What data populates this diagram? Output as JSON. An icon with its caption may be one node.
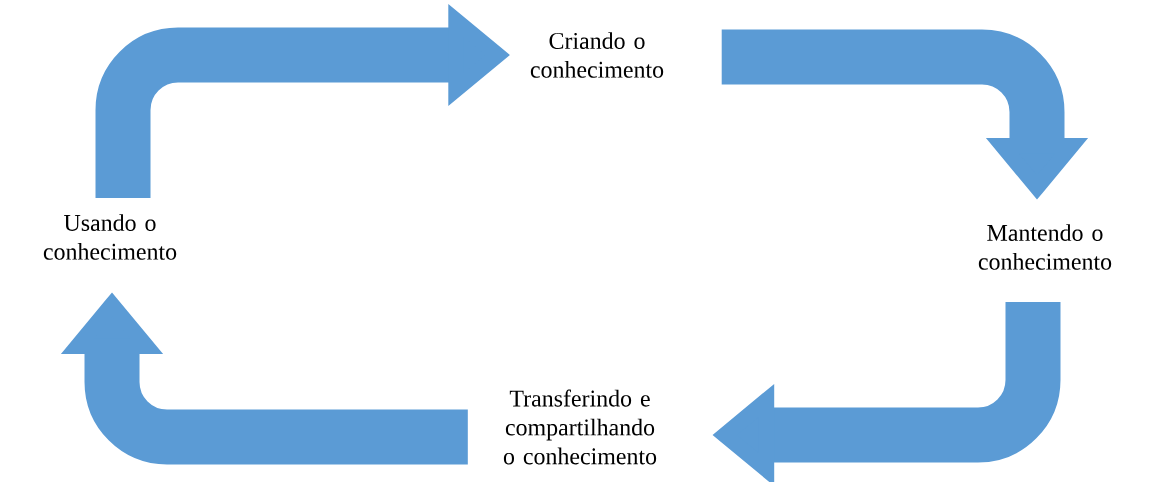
{
  "diagram": {
    "nodes": [
      {
        "text": [
          "Criando o conhecimento"
        ]
      },
      {
        "text": [
          "Usando o conhecimento"
        ]
      },
      {
        "text": [
          "Mantendo o conhecimento"
        ]
      },
      {
        "text": [
          "Transferindo e compartilhando o conhecimento"
        ]
      }
    ],
    "edges": [
      {
        "from": 1,
        "to": 0,
        "arrow": "to"
      },
      {
        "from": 0,
        "to": 2,
        "arrow": "to"
      },
      {
        "from": 2,
        "to": 3,
        "arrow": "to"
      },
      {
        "from": 3,
        "to": 1,
        "arrow": "to"
      }
    ]
  }
}
